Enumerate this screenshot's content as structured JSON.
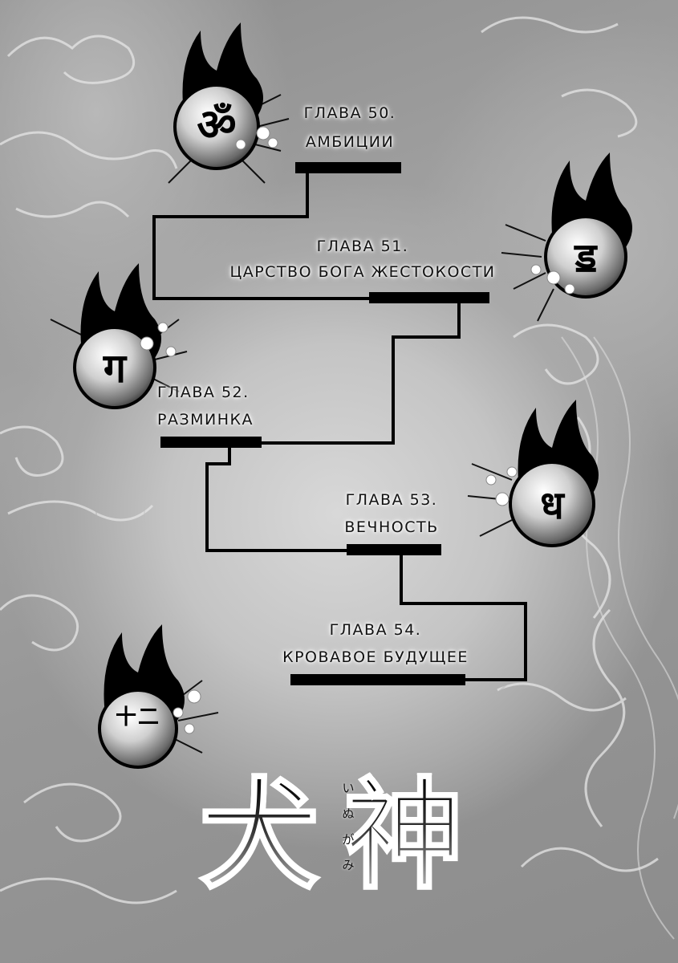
{
  "chapters": [
    {
      "number": "ГЛАВА 50.",
      "title": "АМБИЦИИ"
    },
    {
      "number": "ГЛАВА 51.",
      "title": "ЦАРСТВО БОГА ЖЕСТОКОСТИ"
    },
    {
      "number": "ГЛАВА 52.",
      "title": "РАЗМИНКА"
    },
    {
      "number": "ГЛАВА 53.",
      "title": "ВЕЧНОСТЬ"
    },
    {
      "number": "ГЛАВА 54.",
      "title": "КРОВАВОЕ БУДУЩЕЕ"
    }
  ],
  "orbs": [
    {
      "icon": "sanskrit-glyph-orb-icon"
    },
    {
      "icon": "sanskrit-glyph-orb-icon"
    },
    {
      "icon": "sanskrit-glyph-orb-icon"
    },
    {
      "icon": "sanskrit-glyph-orb-icon"
    },
    {
      "icon": "kanji-twelve-orb-icon",
      "glyph": "十二"
    }
  ],
  "logo": {
    "kanji": "犬神",
    "furigana": "いぬがみ"
  },
  "colors": {
    "ink": "#000000",
    "background": "#9a9a9a",
    "highlight": "#ffffff"
  }
}
